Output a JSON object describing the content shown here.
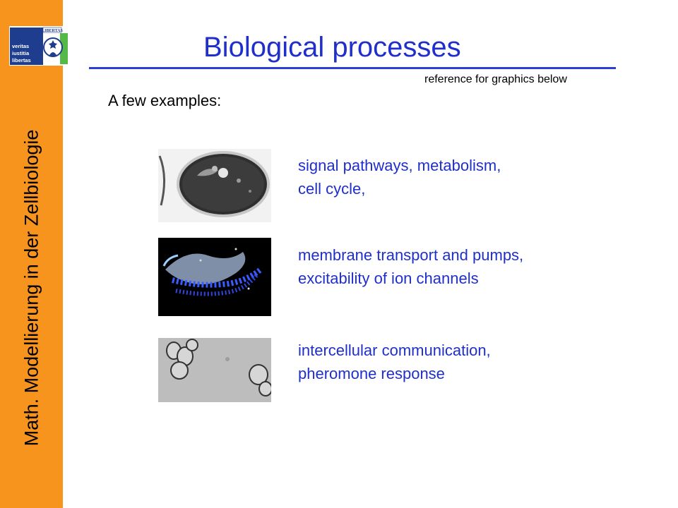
{
  "sidebar": {
    "vertical_title": "Math. Modellierung in der Zellbiologie",
    "background_color": "#F7941D",
    "logo": {
      "icon": "university-seal-icon",
      "banner_text": "LIBERTAS",
      "lines": [
        "veritas",
        "iustitia",
        "libertas"
      ]
    }
  },
  "header": {
    "title": "Biological processes",
    "title_color": "#1F2FCC",
    "reference_note": "reference for graphics below"
  },
  "main": {
    "intro": "A few examples:",
    "text_color": "#1F2FCC",
    "examples": [
      {
        "image": "cell-micrograph-image",
        "lines": [
          "signal pathways, metabolism,",
          "cell cycle,"
        ]
      },
      {
        "image": "membrane-3d-model-image",
        "lines": [
          "membrane transport and pumps,",
          "excitability of ion channels"
        ]
      },
      {
        "image": "yeast-cells-micrograph-image",
        "lines": [
          "intercellular communication,",
          "pheromone response"
        ]
      }
    ]
  }
}
